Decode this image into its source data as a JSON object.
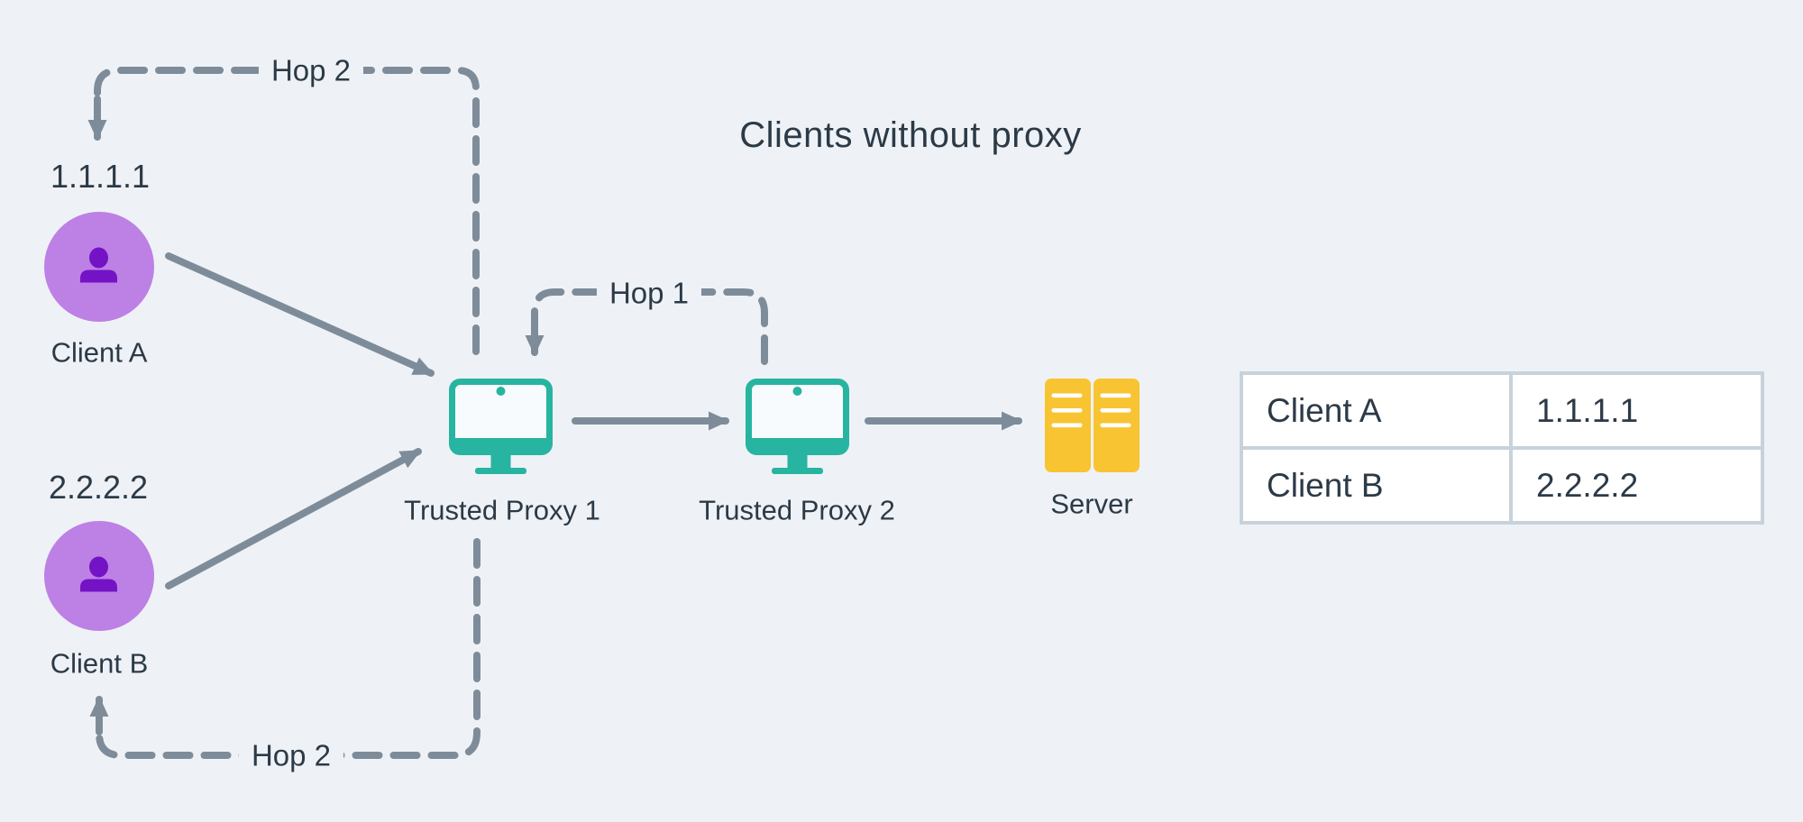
{
  "title": "Clients without proxy",
  "clients": {
    "a": {
      "ip": "1.1.1.1",
      "name": "Client A"
    },
    "b": {
      "ip": "2.2.2.2",
      "name": "Client B"
    }
  },
  "proxies": {
    "p1": {
      "label": "Trusted Proxy 1"
    },
    "p2": {
      "label": "Trusted Proxy 2"
    }
  },
  "server": {
    "label": "Server"
  },
  "hops": {
    "client_a_return": "Hop 2",
    "proxy_return": "Hop 1",
    "client_b_return": "Hop 2"
  },
  "table": {
    "rows": [
      {
        "client": "Client A",
        "ip": "1.1.1.1"
      },
      {
        "client": "Client B",
        "ip": "2.2.2.2"
      }
    ]
  },
  "icons": {
    "client": "user-icon",
    "proxy": "monitor-icon",
    "server": "server-rack-icon"
  },
  "colors": {
    "background": "#eef2f6",
    "connector_gray": "#7e8c9a",
    "text_dark": "#2c3a47",
    "avatar_fill": "#bd80e4",
    "avatar_person": "#7413c5",
    "proxy_teal": "#27b4a0",
    "server_yellow": "#f8c431",
    "table_border": "#c8d2da",
    "table_cell": "#ffffff"
  }
}
